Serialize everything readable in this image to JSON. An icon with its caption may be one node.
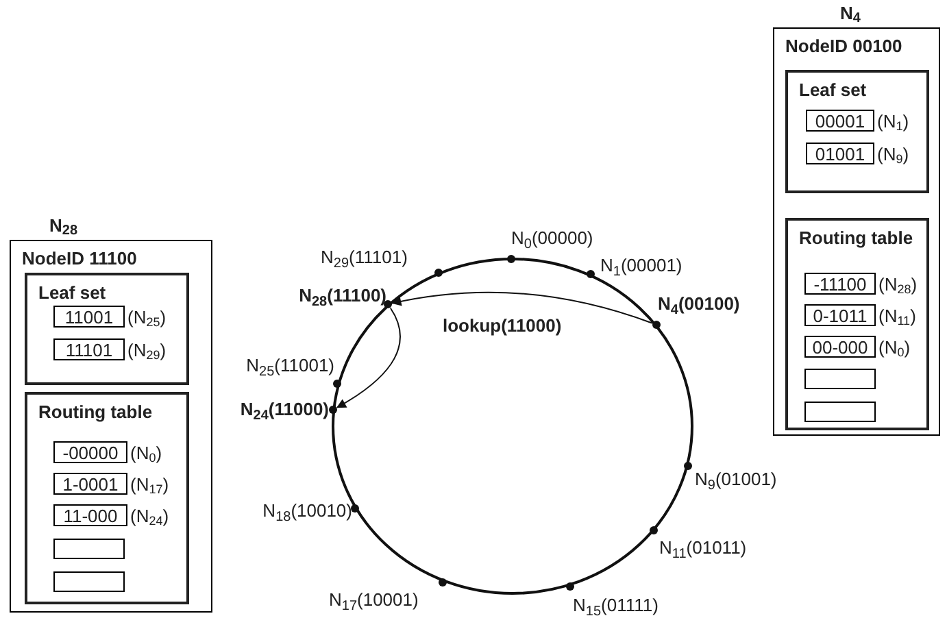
{
  "diagram": {
    "nodes": [
      {
        "text": [
          "N$_{28}$",
          "NodeID 11100"
        ]
      },
      {
        "text": [
          "Leaf set"
        ],
        "in": 0
      },
      {
        "text": [
          "11001"
        ],
        "in": 1,
        "beside": [
          "(N$_{25}$)"
        ]
      },
      {
        "text": [
          "11101"
        ],
        "in": 1,
        "beside": [
          "(N$_{29}$)"
        ]
      },
      {
        "text": [
          "Routing table"
        ],
        "in": 0
      },
      {
        "text": [
          "-00000"
        ],
        "in": 4,
        "beside": [
          "(N$_{0}$)"
        ]
      },
      {
        "text": [
          "1-0001"
        ],
        "in": 4,
        "beside": [
          "(N$_{17}$)"
        ]
      },
      {
        "text": [
          "11-000"
        ],
        "in": 4,
        "beside": [
          "(N$_{24}$)"
        ]
      },
      {
        "text": [],
        "shape": "box",
        "in": 4
      },
      {
        "text": [],
        "shape": "box",
        "in": 4
      },
      {
        "text": [
          "N$_{4}$",
          "NodeID 00100"
        ]
      },
      {
        "text": [
          "Leaf set"
        ],
        "in": 10
      },
      {
        "text": [
          "00001"
        ],
        "in": 11,
        "beside": [
          "(N$_{1}$)"
        ]
      },
      {
        "text": [
          "01001"
        ],
        "in": 11,
        "beside": [
          "(N$_{9}$)"
        ]
      },
      {
        "text": [
          "Routing table"
        ],
        "in": 10
      },
      {
        "text": [
          "-11100"
        ],
        "in": 14,
        "beside": [
          "(N$_{28}$)"
        ]
      },
      {
        "text": [
          "0-1011"
        ],
        "in": 14,
        "beside": [
          "(N$_{11}$)"
        ]
      },
      {
        "text": [
          "00-000"
        ],
        "in": 14,
        "beside": [
          "(N$_{0}$)"
        ]
      },
      {
        "text": [],
        "shape": "box",
        "in": 14
      },
      {
        "text": [],
        "shape": "box",
        "in": 14
      },
      {
        "text": [],
        "shape": "circle",
        "beside": [
          "N$_{0}$(00000)"
        ]
      },
      {
        "text": [],
        "shape": "circle",
        "beside": [
          "N$_{1}$(00001)"
        ]
      },
      {
        "text": [],
        "shape": "circle",
        "beside": [
          "N$_{29}$(11101)"
        ]
      },
      {
        "text": [],
        "shape": "circle",
        "beside": [
          "N$_{4}$(00100)"
        ]
      },
      {
        "text": [],
        "shape": "circle",
        "beside": [
          "N$_{28}$(11100)"
        ]
      },
      {
        "text": [],
        "shape": "circle",
        "beside": [
          "N$_{25}$(11001)"
        ]
      },
      {
        "text": [],
        "shape": "circle",
        "beside": [
          "N$_{24}$(11000)"
        ]
      },
      {
        "text": [],
        "shape": "circle",
        "beside": [
          "N$_{9}$(01001)"
        ]
      },
      {
        "text": [],
        "shape": "circle",
        "beside": [
          "N$_{18}$(10010)"
        ]
      },
      {
        "text": [],
        "shape": "circle",
        "beside": [
          "N$_{11}$(01011)"
        ]
      },
      {
        "text": [],
        "shape": "circle",
        "beside": [
          "N$_{17}$(10001)"
        ]
      },
      {
        "text": [],
        "shape": "circle",
        "beside": [
          "N$_{15}$(01111)"
        ]
      }
    ],
    "edges": [
      {
        "from": 23,
        "to": 24,
        "arrow": "to",
        "label": "lookup(11000)"
      },
      {
        "from": 24,
        "to": 26,
        "arrow": "to"
      }
    ]
  }
}
